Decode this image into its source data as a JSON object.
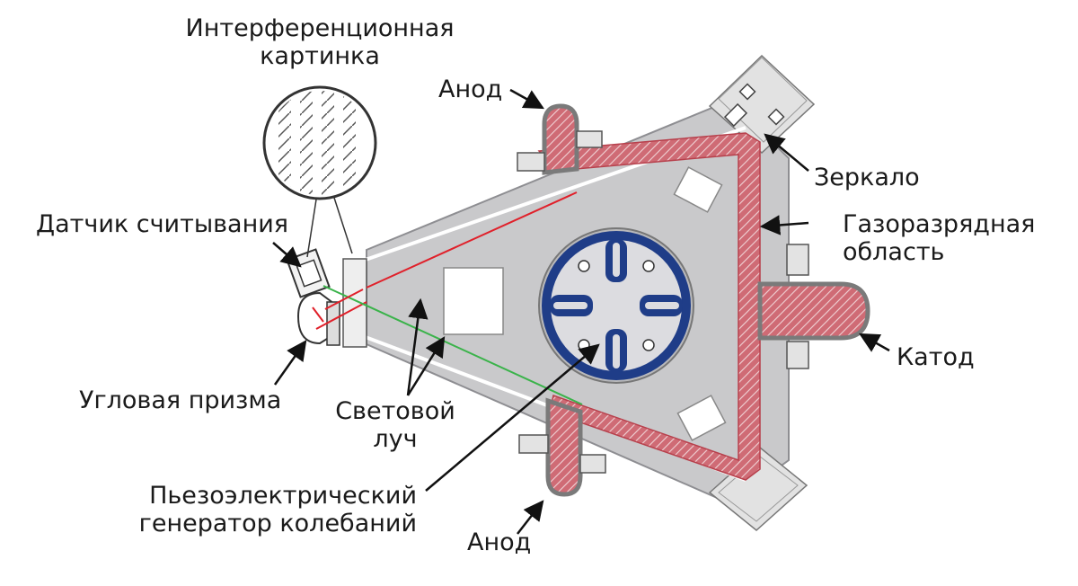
{
  "labels": {
    "interference": [
      "Интерференционная",
      "картинка"
    ],
    "anode_top": "Анод",
    "anode_bottom": "Анод",
    "mirror": "Зеркало",
    "discharge": [
      "Газоразрядная",
      "область"
    ],
    "cathode": "Катод",
    "sensor": "Датчик считывания",
    "prism": "Угловая призма",
    "beam": [
      "Световой",
      "луч"
    ],
    "piezo": [
      "Пьезоэлектрический",
      "генератор колебаний"
    ]
  },
  "colors": {
    "body": "#c9c9cb",
    "body_edge": "#8e8e92",
    "channel": "#c65b66",
    "hatch": "#e9c2c6",
    "dither": "#1f3d88",
    "red_beam": "#e0202a",
    "green_beam": "#3ab34a",
    "arrow": "#111111"
  }
}
